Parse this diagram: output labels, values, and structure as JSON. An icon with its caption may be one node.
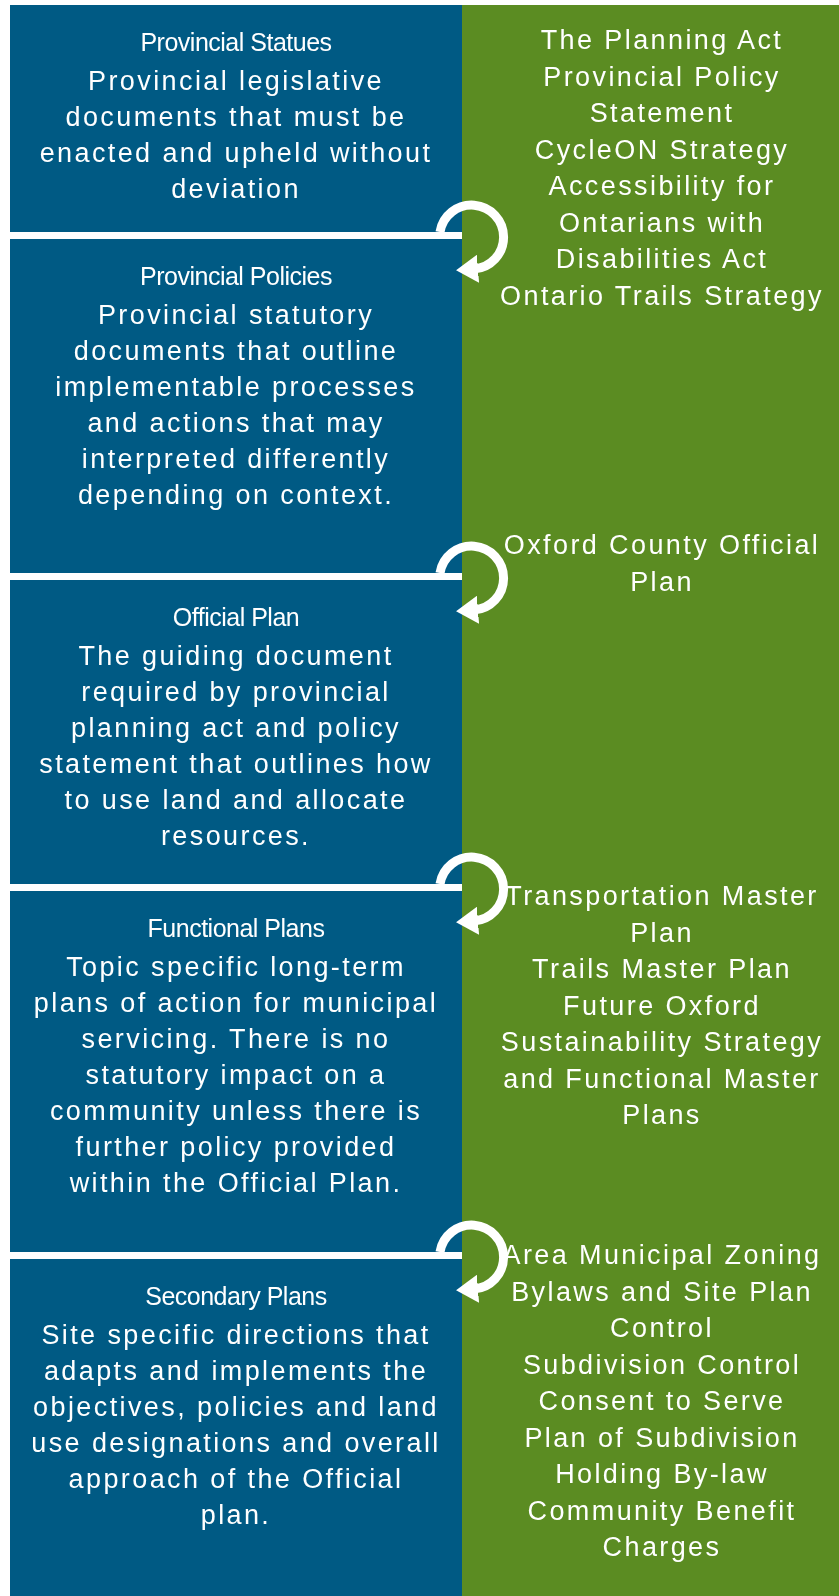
{
  "diagram": {
    "nodes": [
      {
        "text": [
          "Provincial Statues",
          "Provincial legislative documents that must be enacted and upheld without deviation"
        ]
      },
      {
        "text": [
          "Provincial Policies",
          "Provincial statutory documents that outline implementable processes and actions that may interpreted differently depending on context."
        ]
      },
      {
        "text": [
          "Official Plan",
          "The guiding document required by provincial planning act and policy statement that outlines how to use land and allocate resources."
        ]
      },
      {
        "text": [
          "Functional Plans",
          "Topic specific long-term plans of action for municipal servicing. There is no statutory impact on a community unless there is further policy provided within the Official Plan."
        ]
      },
      {
        "text": [
          "Secondary Plans",
          "Site specific directions that adapts and implements the objectives, policies and land use designations and overall approach of the Official plan."
        ]
      }
    ],
    "edges": [
      {
        "from": 0,
        "to": 1,
        "arrow": "to"
      },
      {
        "from": 1,
        "to": 2,
        "arrow": "to"
      },
      {
        "from": 2,
        "to": 3,
        "arrow": "to"
      },
      {
        "from": 3,
        "to": 4,
        "arrow": "to"
      }
    ],
    "labels": [
      "The Planning Act",
      "Provincial Policy Statement",
      "CycleON Strategy",
      "Accessibility for Ontarians with Disabilities Act",
      "Ontario Trails Strategy",
      "Oxford County Official Plan",
      "Transportation Master Plan",
      "Trails Master Plan",
      "Future Oxford Sustainability Strategy and Functional Master Plans",
      "Area Municipal Zoning Bylaws and Site Plan Control",
      "Subdivision Control",
      "Consent to Serve",
      "Plan of Subdivision",
      "Holding By-law",
      "Community Benefit Charges"
    ]
  }
}
